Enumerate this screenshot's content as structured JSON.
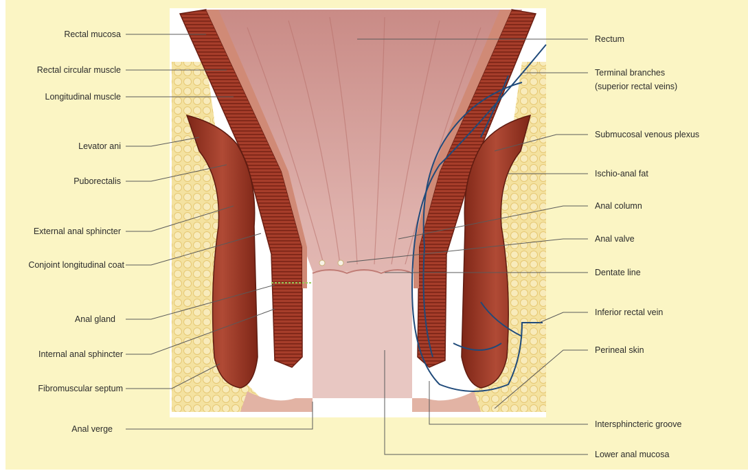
{
  "labels": {
    "left": [
      "Rectal mucosa",
      "Rectal circular muscle",
      "Longitudinal muscle",
      "Levator ani",
      "Puborectalis",
      "External anal sphincter",
      "Conjoint longitudinal coat",
      "Anal gland",
      "Internal anal sphincter",
      "Fibromuscular septum",
      "Anal verge"
    ],
    "right": [
      "Rectum",
      "Terminal branches",
      "(superior rectal veins)",
      "Submucosal venous plexus",
      "Ischio-anal fat",
      "Anal column",
      "Anal valve",
      "Dentate line",
      "Inferior rectal vein",
      "Perineal skin",
      "Intersphincteric groove",
      "Lower anal mucosa"
    ]
  },
  "colors": {
    "background_panel": "#fbf5c4",
    "fat": "#f3dc8e",
    "muscle": "#9c3424",
    "mucosa": "#d9a7a0",
    "vein": "#1f4a7a",
    "leader_line": "#5a5a5a"
  }
}
